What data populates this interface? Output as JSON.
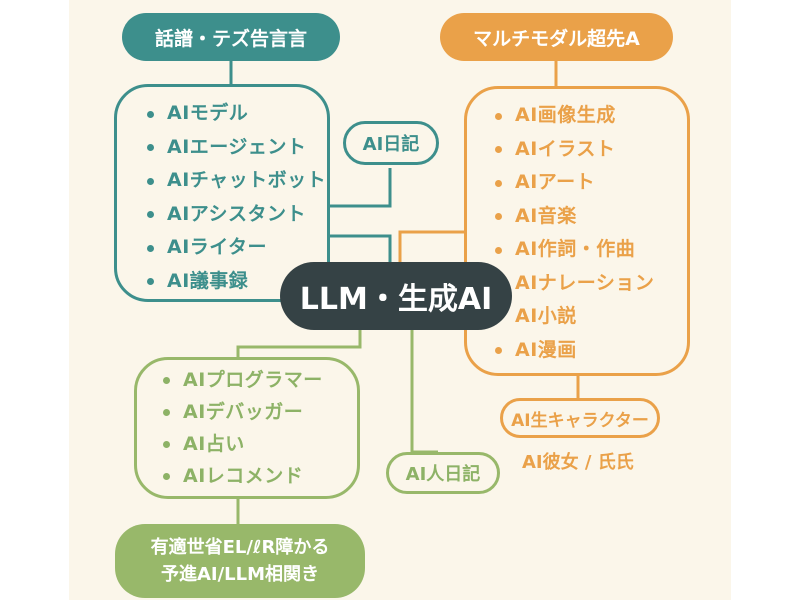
{
  "colors": {
    "teal": "#3d8f8c",
    "orange": "#eaa149",
    "green": "#98b86a",
    "green_dark": "#8db266",
    "center": "#354245",
    "background": "#fbf6ea"
  },
  "center": {
    "label": "LLM・生成AI"
  },
  "teal": {
    "header": "話譜・テズ告言言",
    "items": [
      "AIモデル",
      "AIエージェント",
      "AIチャットボット",
      "AIアシスタント",
      "AIライター",
      "AI議事録"
    ],
    "side_label": "AI日記"
  },
  "orange": {
    "header": "マルチモダル超先A",
    "items": [
      "AI画像生成",
      "AIイラスト",
      "AIアート",
      "AI音楽",
      "AI作詞・作曲",
      "AIナレーション",
      "AI小説",
      "AI漫画"
    ],
    "sub_label": "AI生キャラクター",
    "sub_text": "AI彼女 / 氏氏"
  },
  "green": {
    "items": [
      "AIプログラマー",
      "AIデバッガー",
      "AI占い",
      "AIレコメンド"
    ],
    "side_label": "AI人日記",
    "footer_line1": "有適世省EL/ℓR障かる",
    "footer_line2": "予進AI/LLM相関き"
  }
}
